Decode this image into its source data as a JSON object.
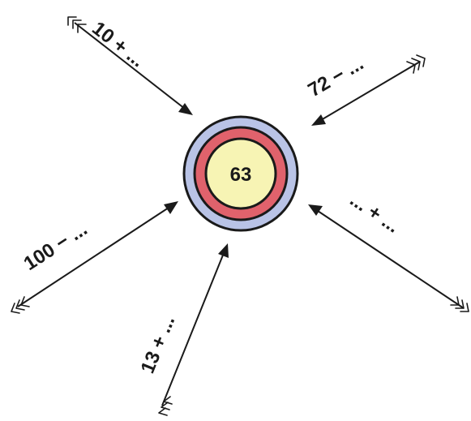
{
  "target": {
    "value": "63",
    "colors": {
      "outer": "#b9c3e6",
      "middle": "#e0626c",
      "inner": "#f7f4b4",
      "stroke": "#1a1a1a"
    }
  },
  "arrows": [
    {
      "id": "top-left",
      "label": "10 + ..."
    },
    {
      "id": "top-right",
      "label": "72 − ..."
    },
    {
      "id": "left",
      "label": "100 − ..."
    },
    {
      "id": "bottom",
      "label": "13 + ..."
    },
    {
      "id": "right",
      "label": "... + ..."
    }
  ]
}
